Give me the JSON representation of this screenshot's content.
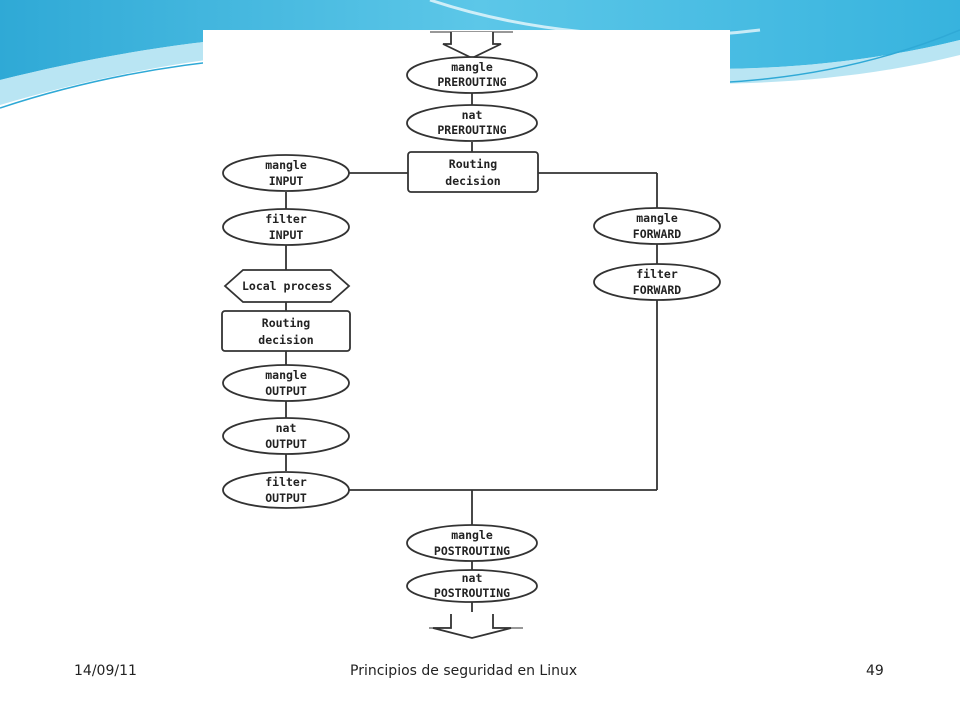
{
  "colors": {
    "accent": "#38b6dc",
    "accent_light": "#a8dff0",
    "line": "#333333"
  },
  "diagram": {
    "nodes": {
      "mangle_prerouting": [
        "mangle",
        "PREROUTING"
      ],
      "nat_prerouting": [
        "nat",
        "PREROUTING"
      ],
      "routing_decision_1": [
        "Routing",
        "decision"
      ],
      "mangle_input": [
        "mangle",
        "INPUT"
      ],
      "filter_input": [
        "filter",
        "INPUT"
      ],
      "local_process": [
        "Local process"
      ],
      "routing_decision_2": [
        "Routing",
        "decision"
      ],
      "mangle_output": [
        "mangle",
        "OUTPUT"
      ],
      "nat_output": [
        "nat",
        "OUTPUT"
      ],
      "filter_output": [
        "filter",
        "OUTPUT"
      ],
      "mangle_forward": [
        "mangle",
        "FORWARD"
      ],
      "filter_forward": [
        "filter",
        "FORWARD"
      ],
      "mangle_postrouting": [
        "mangle",
        "POSTROUTING"
      ],
      "nat_postrouting": [
        "nat",
        "POSTROUTING"
      ]
    }
  },
  "footer": {
    "date": "14/09/11",
    "title": "Principios de seguridad en Linux",
    "page": "49"
  }
}
